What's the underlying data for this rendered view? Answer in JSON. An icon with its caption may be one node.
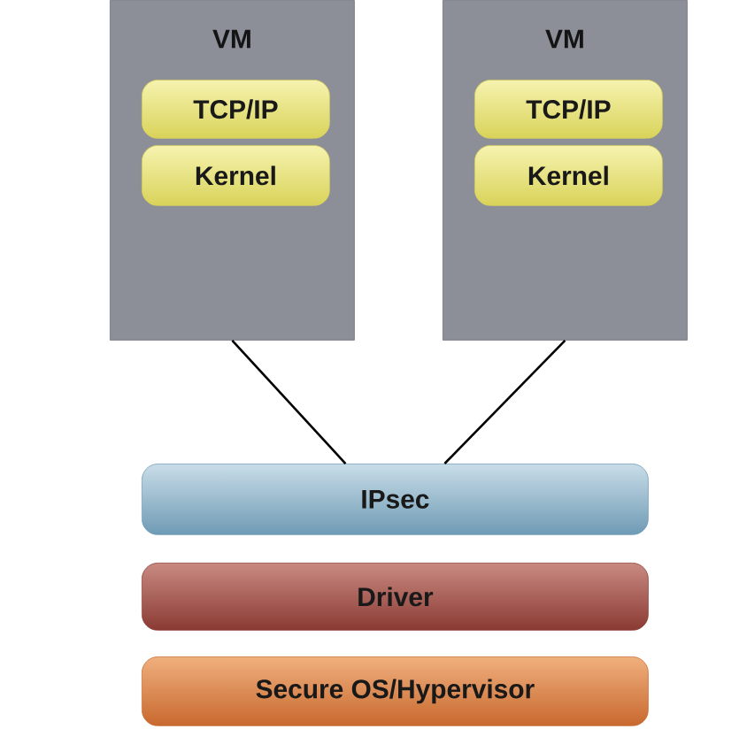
{
  "diagram": {
    "nodes": [
      {
        "text": [
          "VM"
        ]
      },
      {
        "text": [
          "TCP/IP"
        ],
        "in": 0
      },
      {
        "text": [
          "Kernel"
        ],
        "in": 0
      },
      {
        "text": [
          "VM"
        ]
      },
      {
        "text": [
          "TCP/IP"
        ],
        "in": 3
      },
      {
        "text": [
          "Kernel"
        ],
        "in": 3
      },
      {
        "text": [
          "IPsec"
        ]
      },
      {
        "text": [
          "Driver"
        ]
      },
      {
        "text": [
          "Secure OS/Hypervisor"
        ]
      }
    ],
    "edges": [
      {
        "from": 0,
        "to": 6,
        "arrow": "none"
      },
      {
        "from": 3,
        "to": 6,
        "arrow": "none"
      }
    ]
  }
}
